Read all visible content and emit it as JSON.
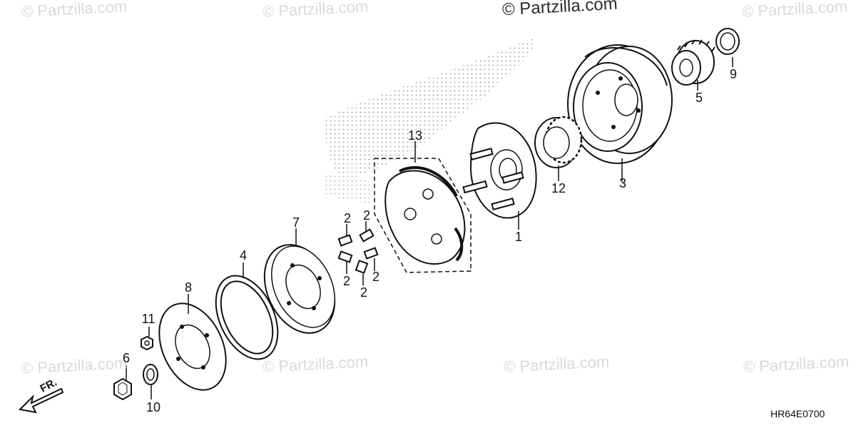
{
  "watermarks": {
    "main": "© Partzilla.com",
    "faint": "© Partzilla.com"
  },
  "diagram_code": "HR64E0700",
  "direction": "FR.",
  "callouts": [
    {
      "num": "1",
      "part": "clutch-plate"
    },
    {
      "num": "2",
      "part": "spring"
    },
    {
      "num": "3",
      "part": "clutch-drum"
    },
    {
      "num": "4",
      "part": "ring"
    },
    {
      "num": "5",
      "part": "gear"
    },
    {
      "num": "6",
      "part": "nut"
    },
    {
      "num": "7",
      "part": "plate"
    },
    {
      "num": "8",
      "part": "plate"
    },
    {
      "num": "9",
      "part": "washer"
    },
    {
      "num": "10",
      "part": "washer"
    },
    {
      "num": "11",
      "part": "nut"
    },
    {
      "num": "12",
      "part": "one-way-clutch"
    },
    {
      "num": "13",
      "part": "shoe-assembly"
    }
  ]
}
